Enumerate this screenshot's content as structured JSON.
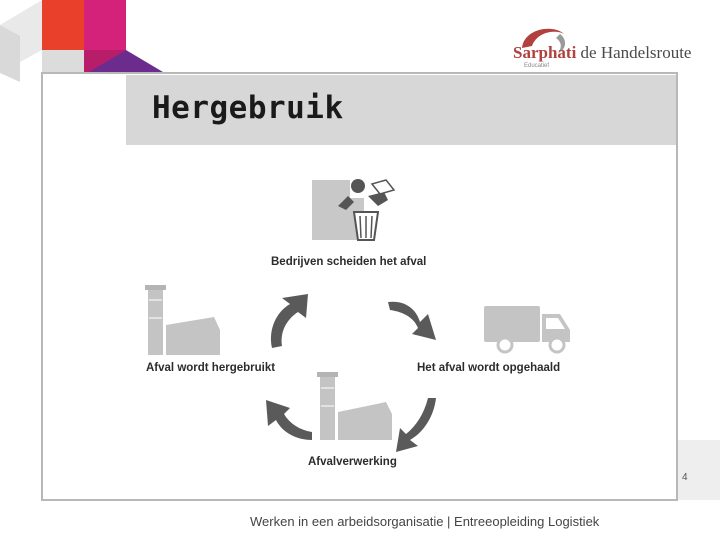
{
  "logo": {
    "brand": "Sarphati",
    "suffix": " de Handelsroute",
    "sub": "Educatief"
  },
  "slide": {
    "title": "Hergebruik"
  },
  "diagram": {
    "nodes": [
      {
        "id": "separate",
        "label": "Bedrijven scheiden het afval",
        "icon": "person-trash-icon"
      },
      {
        "id": "collect",
        "label": "Het afval wordt opgehaald",
        "icon": "truck-icon"
      },
      {
        "id": "process",
        "label": "Afvalverwerking",
        "icon": "factory-icon"
      },
      {
        "id": "reuse",
        "label": "Afval wordt hergebruikt",
        "icon": "factory-icon"
      }
    ],
    "arrows": [
      {
        "from": "separate",
        "to": "collect"
      },
      {
        "from": "collect",
        "to": "process"
      },
      {
        "from": "process",
        "to": "reuse"
      },
      {
        "from": "reuse",
        "to": "separate"
      }
    ],
    "colors": {
      "icon": "#c4c4c4",
      "arrow": "#5a5a5a"
    }
  },
  "footer": {
    "text": "Werken in een arbeidsorganisatie | Entreeopleiding Logistiek",
    "page": "4"
  },
  "colors": {
    "accent_red": "#e8402a",
    "accent_magenta": "#d4217a",
    "accent_purple": "#6b2c8e",
    "accent_blue": "#2a9ad8",
    "band_gray": "#d7d7d7",
    "frame_gray": "#b8b8b8"
  }
}
